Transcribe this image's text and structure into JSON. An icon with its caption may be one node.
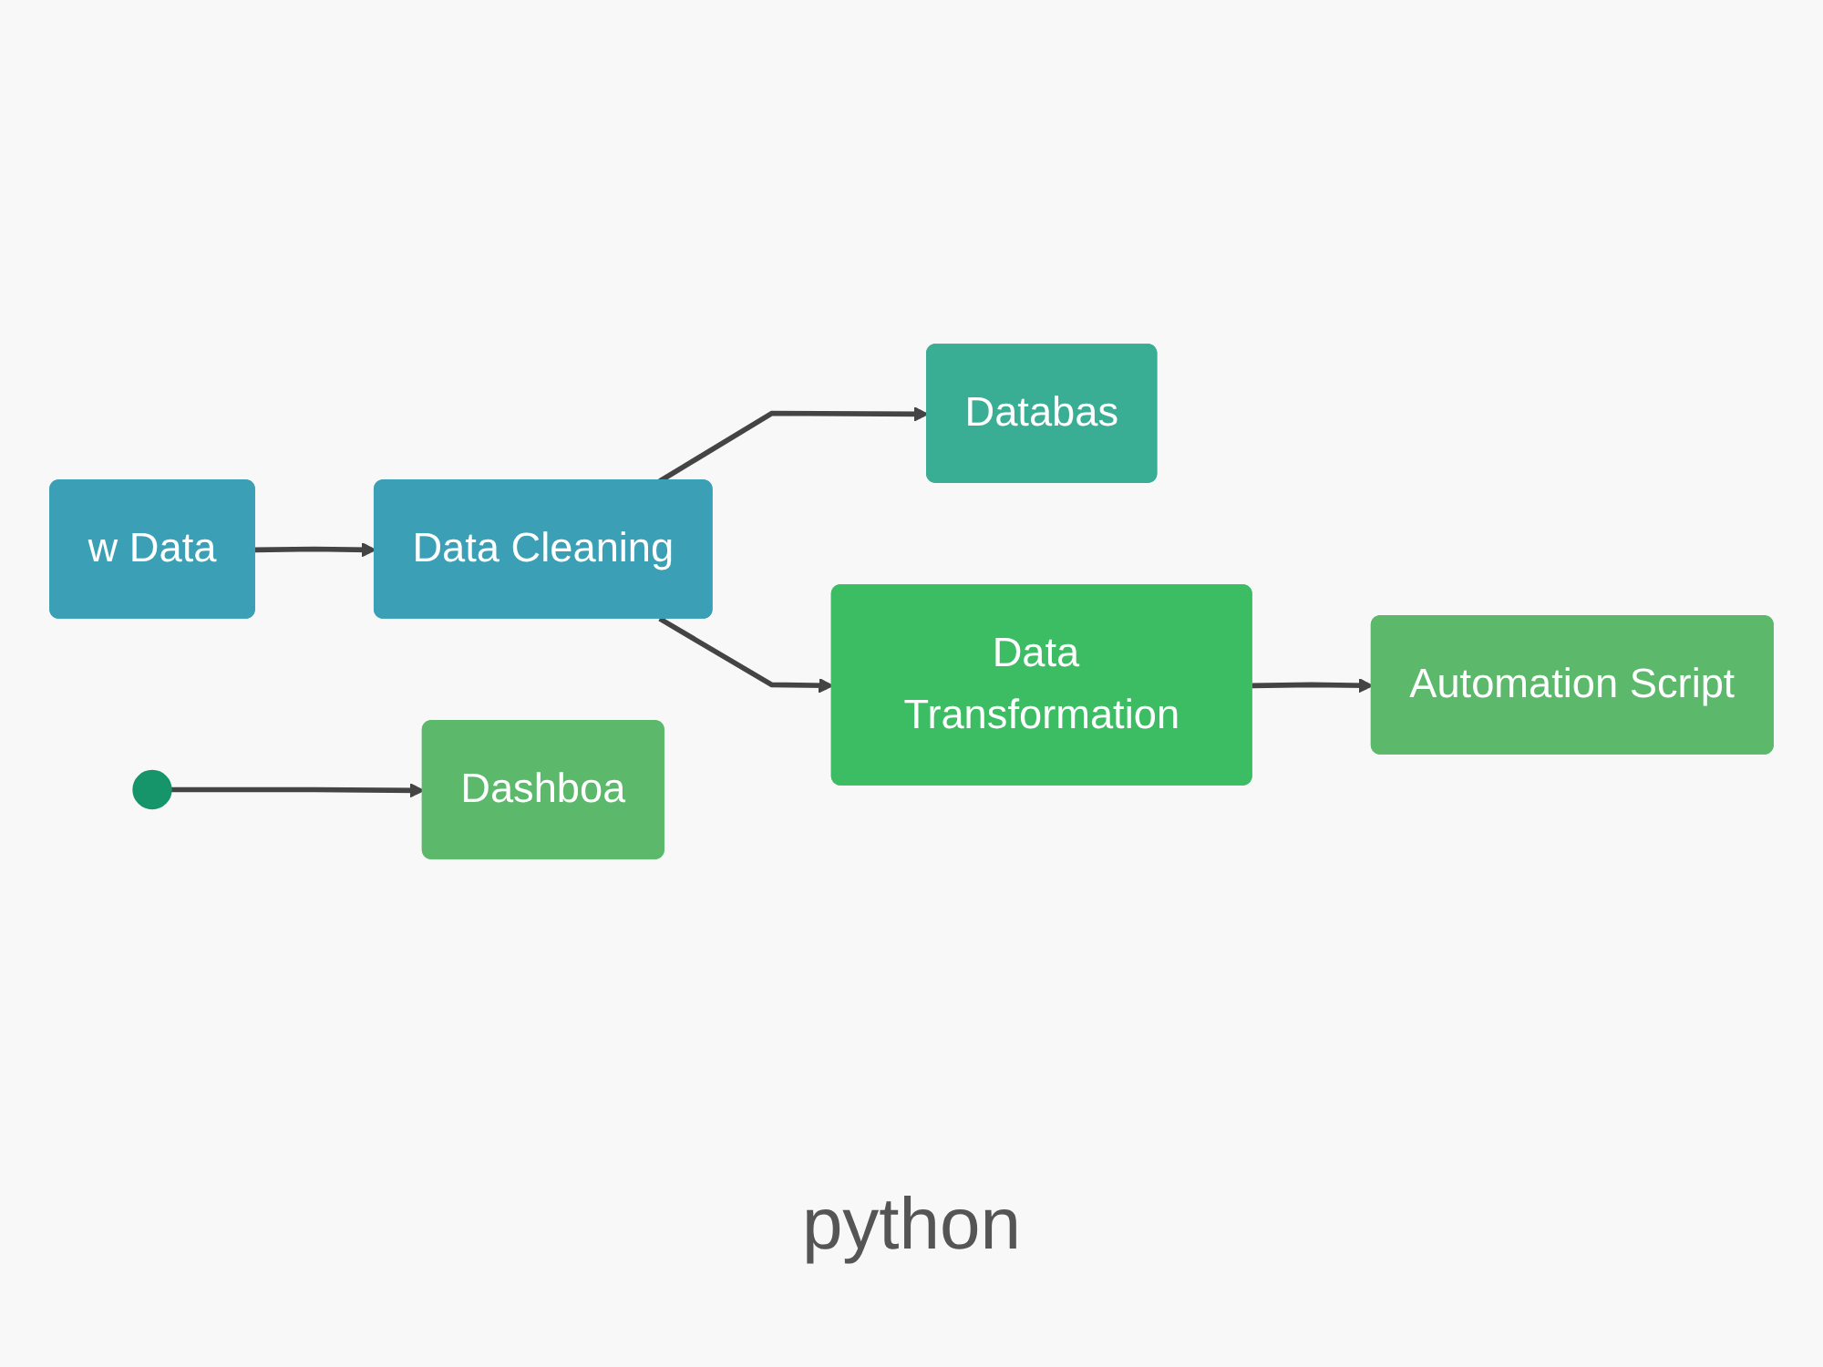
{
  "diagram": {
    "nodes": [
      {
        "text": [
          "w Data"
        ]
      },
      {
        "text": [
          "Data Cleaning"
        ]
      },
      {
        "text": [
          "Databas"
        ]
      },
      {
        "text": [],
        "shape": "circle"
      },
      {
        "text": [
          "Data Transformation"
        ]
      },
      {
        "text": [
          "Automation Script"
        ]
      },
      {
        "text": [
          "Dashboa"
        ]
      }
    ],
    "edges": [
      {
        "from": 0,
        "to": 1,
        "arrow": "to"
      },
      {
        "from": 1,
        "to": 2,
        "arrow": "to"
      },
      {
        "from": 1,
        "to": 4,
        "arrow": "to"
      },
      {
        "from": 4,
        "to": 5,
        "arrow": "to"
      },
      {
        "from": 3,
        "to": 6,
        "arrow": "to"
      }
    ],
    "labels": [
      "python"
    ]
  }
}
